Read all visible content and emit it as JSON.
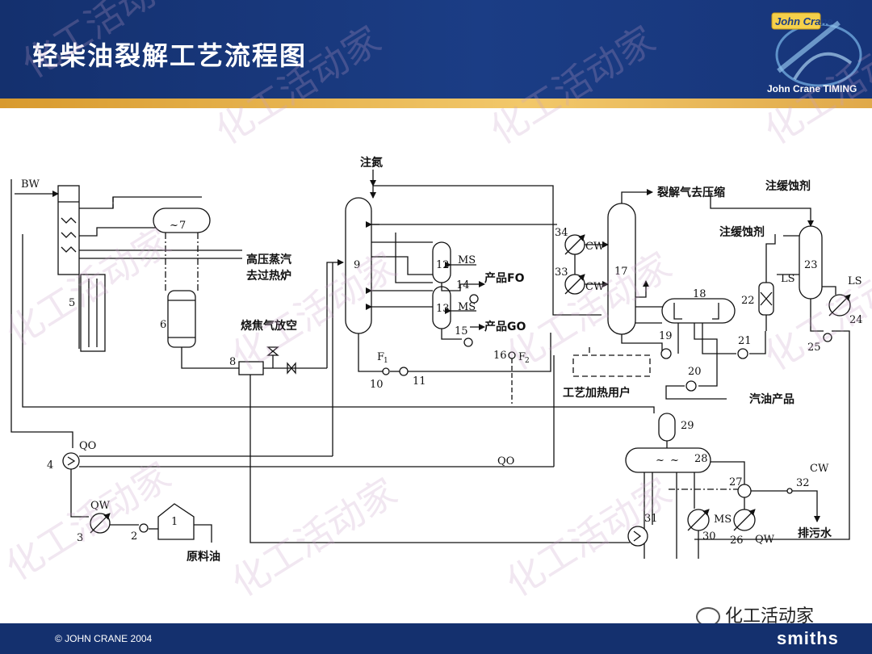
{
  "slide": {
    "title": "轻柴油裂解工艺流程图",
    "logo_text": "John Crane",
    "logo_subtitle": "John Crane TIMING",
    "copyright": "© JOHN CRANE 2004",
    "brand": "smiths",
    "watermark_account": "化工活动家",
    "watermark_text": "化工活动家"
  },
  "diagram": {
    "streams": {
      "bw": "BW",
      "hp_steam": "高压蒸汽",
      "to_furnace": "去过热炉",
      "decoke": "烧焦气放空",
      "nitrogen": "注氮",
      "product_fo": "产品FO",
      "product_go": "产品GO",
      "ms_12": "MS",
      "ms_13": "MS",
      "ms_30": "MS",
      "cw_34": "CW",
      "cw_33": "CW",
      "cw_32": "CW",
      "cracked_gas": "裂解气去压缩",
      "inhibitor_1": "注缓蚀剂",
      "inhibitor_2": "注缓蚀剂",
      "ls_left": "LS",
      "ls_right": "LS",
      "process_heat": "工艺加热用户",
      "gasoline": "汽油产品",
      "qo_1": "QO",
      "qo_2": "QO",
      "qw_3": "QW",
      "qw_26": "QW",
      "wastewater": "排污水",
      "feed": "原料油",
      "f1": "F",
      "f2": "F"
    },
    "equipment": [
      "1",
      "2",
      "3",
      "4",
      "5",
      "6",
      "7",
      "8",
      "9",
      "10",
      "11",
      "12",
      "13",
      "14",
      "15",
      "16",
      "17",
      "18",
      "19",
      "20",
      "21",
      "22",
      "23",
      "24",
      "25",
      "26",
      "27",
      "28",
      "29",
      "30",
      "31",
      "32",
      "33",
      "34"
    ]
  }
}
